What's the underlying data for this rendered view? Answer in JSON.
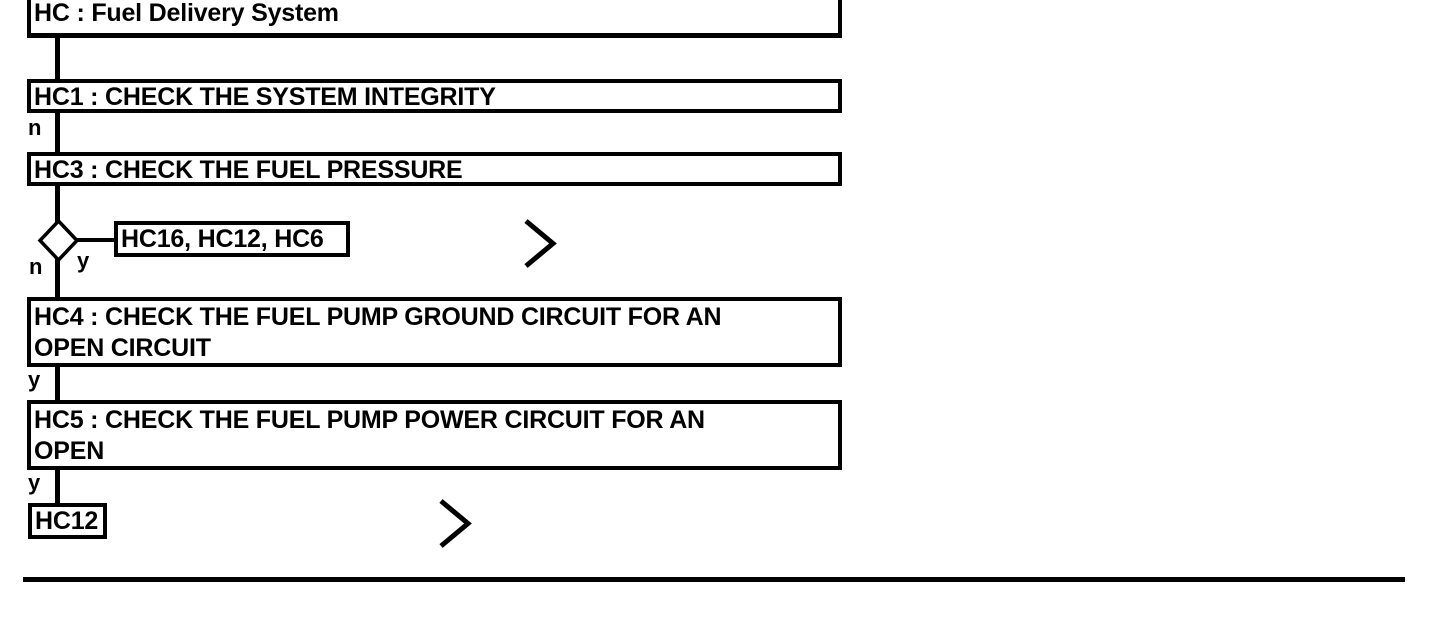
{
  "diagram": {
    "title": "HC : Fuel Delivery System",
    "type": "diagnostic-flowchart",
    "colors": {
      "line": "#000000",
      "background": "#ffffff",
      "text": "#000000"
    },
    "nodes": [
      {
        "id": "HC",
        "label": "HC : Fuel Delivery System",
        "kind": "root-title"
      },
      {
        "id": "HC1",
        "label": "HC1 : CHECK THE SYSTEM INTEGRITY",
        "kind": "process"
      },
      {
        "id": "HC3",
        "label": "HC3 : CHECK THE FUEL PRESSURE",
        "kind": "process"
      },
      {
        "id": "HC16_HC12_HC6",
        "label": "HC16, HC12, HC6",
        "kind": "reference"
      },
      {
        "id": "HC4",
        "label": "HC4 : CHECK THE FUEL PUMP GROUND CIRCUIT FOR AN\nOPEN CIRCUIT",
        "kind": "process"
      },
      {
        "id": "HC5",
        "label": "HC5 : CHECK THE FUEL PUMP POWER CIRCUIT FOR AN\nOPEN",
        "kind": "process"
      },
      {
        "id": "HC12",
        "label": "HC12",
        "kind": "reference"
      }
    ],
    "branch_labels": {
      "hc1_to_hc3": "n",
      "decision_no": "n",
      "decision_yes": "y",
      "hc4_to_hc5": "y",
      "hc5_to_hc12": "y"
    },
    "decision": {
      "id": "HC3-decision",
      "yes_target": "HC16, HC12, HC6",
      "no_target": "HC4"
    },
    "markers": {
      "chevron_upper": "chevron-right",
      "chevron_lower": "chevron-right"
    }
  }
}
